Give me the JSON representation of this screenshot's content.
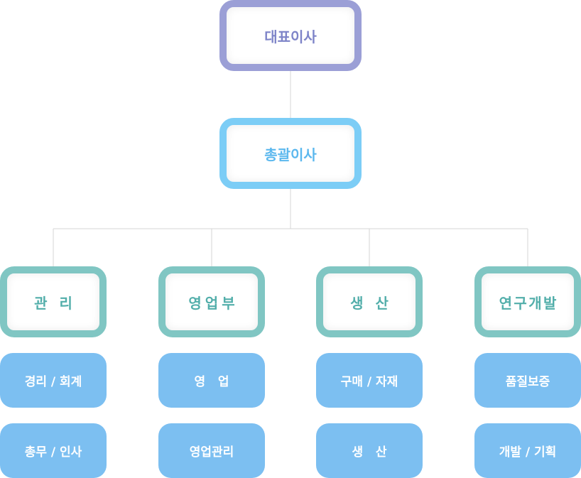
{
  "chart": {
    "ceo": "대표이사",
    "coo": "총괄이사",
    "departments": [
      {
        "label": "관 리",
        "subs": [
          "경리 / 회계",
          "총무 / 인사"
        ]
      },
      {
        "label": "영업부",
        "subs": [
          "영 업",
          "영업관리"
        ]
      },
      {
        "label": "생 산",
        "subs": [
          "구매 / 자재",
          "생 산"
        ]
      },
      {
        "label": "연구개발",
        "subs": [
          "품질보증",
          "개발 / 기획"
        ]
      }
    ]
  },
  "colors": {
    "ceo_border": "#9b9fd6",
    "coo_border": "#7ccdf6",
    "dept_border": "#80c6c3",
    "sub_fill": "#7cbff1",
    "connector": "#d5d5d5"
  }
}
